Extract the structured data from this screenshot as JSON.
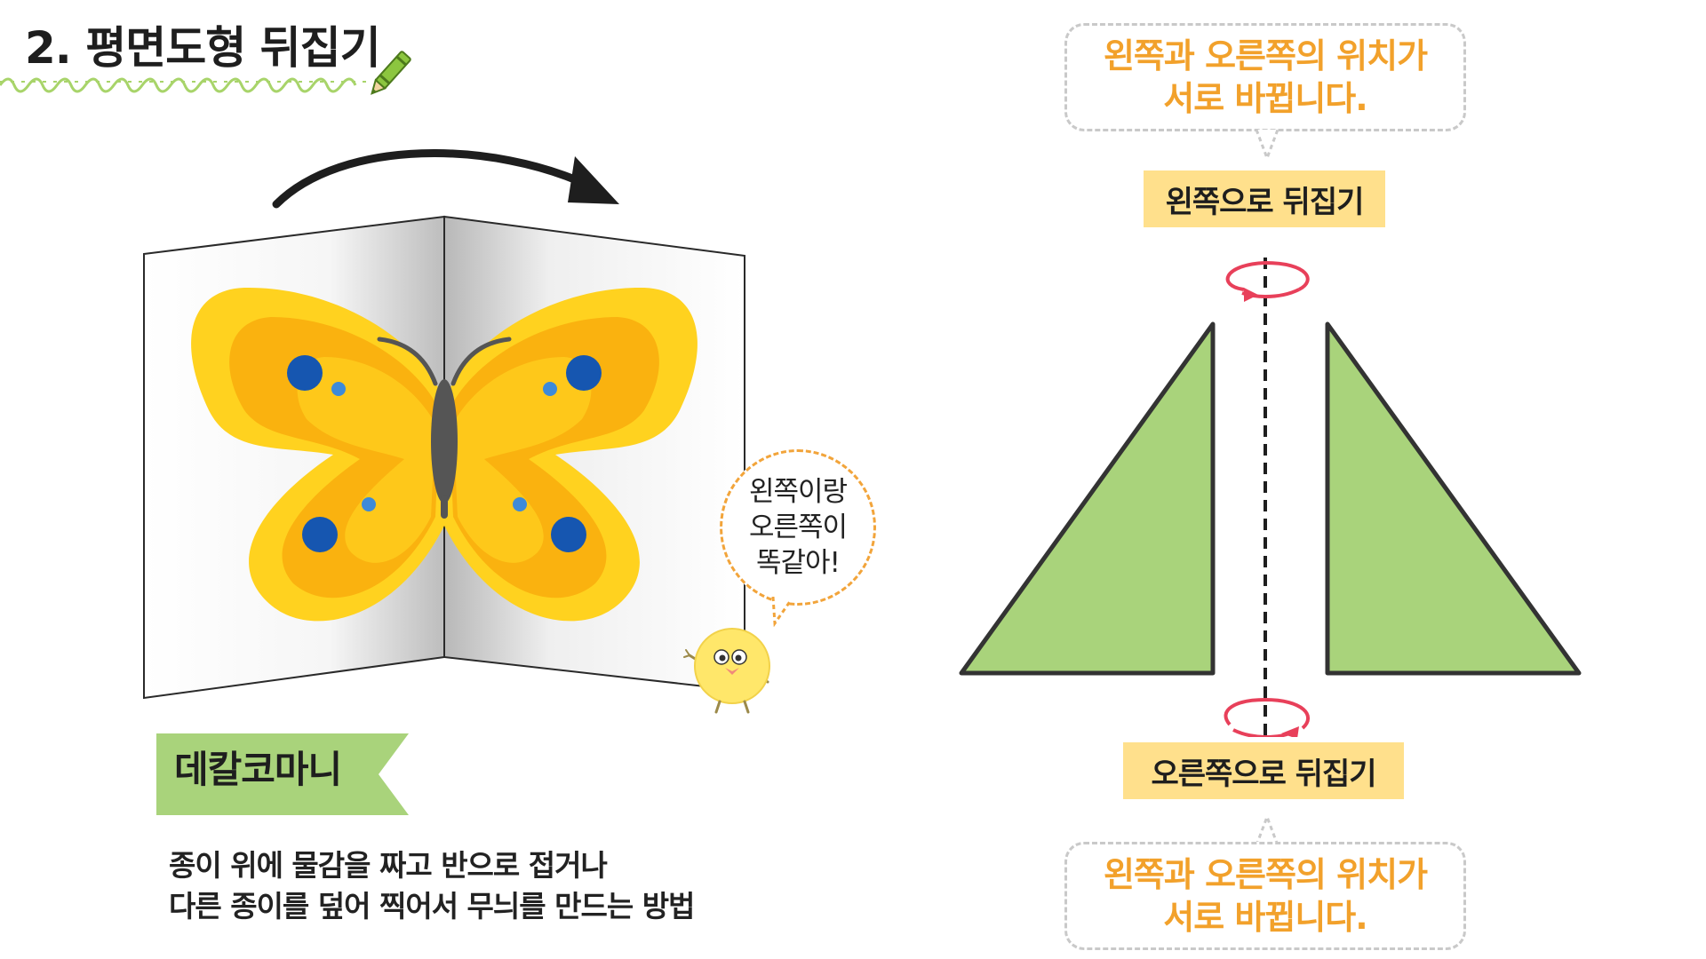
{
  "title": "2. 평면도형 뒤집기",
  "speech_bubble": {
    "text": "왼쪽이랑\n오른쪽이\n똑같아!"
  },
  "ribbon": {
    "label": "데칼코마니"
  },
  "description": "종이 위에 물감을 짜고 반으로 접거나\n다른 종이를 덮어 찍어서 무늬를 만드는 방법",
  "callout_top": {
    "text": "왼쪽과 오른쪽의 위치가\n서로 바뀝니다."
  },
  "flip_left_label": "왼쪽으로 뒤집기",
  "flip_right_label": "오른쪽으로 뒤집기",
  "callout_bottom": {
    "text": "왼쪽과 오른쪽의 위치가\n서로 바뀝니다."
  },
  "colors": {
    "triangle_fill": "#a9d37b",
    "butterfly_yellow": "#ffd21f",
    "butterfly_orange": "#fab20f",
    "spot_blue": "#1656b0",
    "highlight_orange": "#f2a12b",
    "label_yellow": "#ffe08c",
    "ribbon_green": "#a9d37b",
    "rotate_arrow_red": "#e8405a"
  },
  "icons": [
    "pencil-icon",
    "fold-arrow-icon",
    "rotate-arrow-icon"
  ]
}
